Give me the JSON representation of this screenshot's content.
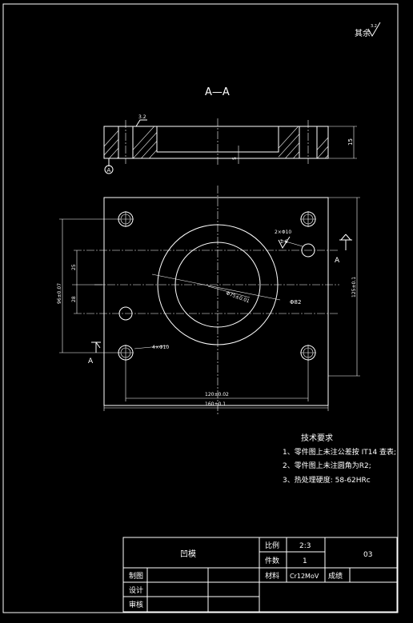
{
  "corner_roughness": {
    "label": "其余",
    "value": "3.2"
  },
  "section_view": {
    "label": "A—A",
    "roughness_value": "3.2",
    "datum_label": "A",
    "height_dim": "15",
    "step_dim": "5"
  },
  "plan_view": {
    "section_mark_left": "A",
    "section_mark_right": "A",
    "dims": {
      "overall_height": "96±0.07",
      "hole_offset_top": "25",
      "hole_offset_bottom": "28",
      "right_height": "125±0.1",
      "inner_width": "120±0.02",
      "overall_width": "160±0.1",
      "center_bore": "Φ75±0.01",
      "outer_circle": "Φ82",
      "small_hole": "4×Φ10",
      "pin_hole": "2×Φ10",
      "pin_roughness": "1.6"
    }
  },
  "tech_requirements": {
    "title": "技术要求",
    "items": [
      "1、零件图上未注公差按 IT14 查表;",
      "2、零件图上未注圆角为R2;",
      "3、热处理硬度: 58-62HRc"
    ]
  },
  "title_block": {
    "part_name": "凹模",
    "scale_label": "比例",
    "scale_value": "2:3",
    "qty_label": "件数",
    "qty_value": "1",
    "material_label": "材料",
    "material_value": "Cr12MoV",
    "drawing_no": "03",
    "grade_label": "成绩",
    "drawn_label": "制图",
    "design_label": "设计",
    "review_label": "审核"
  }
}
